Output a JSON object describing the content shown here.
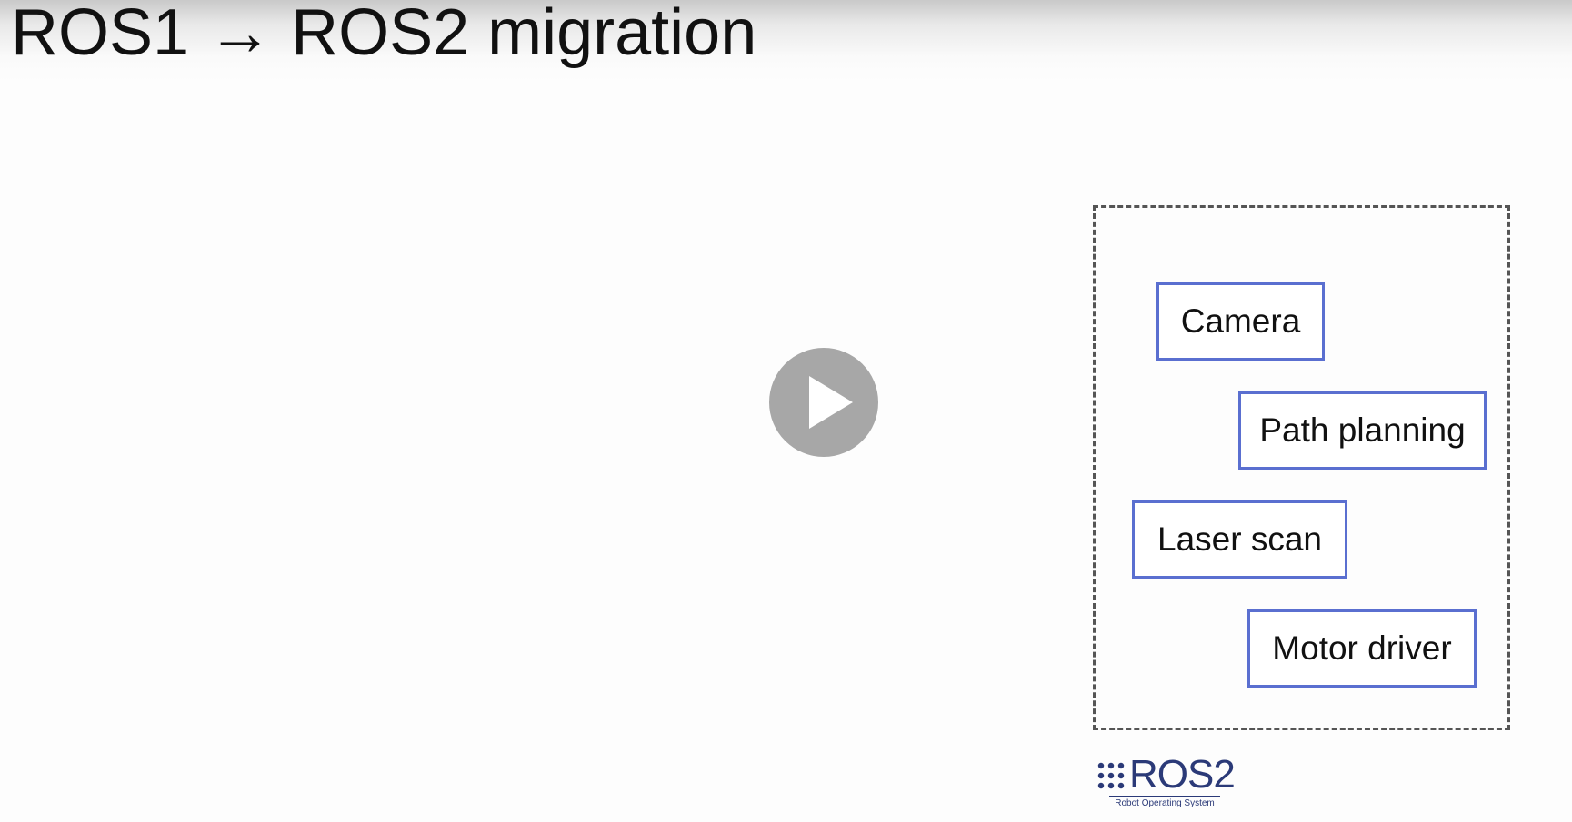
{
  "slide": {
    "title": "ROS1 → ROS2 migration"
  },
  "diagram": {
    "nodes": [
      {
        "label": "Camera"
      },
      {
        "label": "Path planning"
      },
      {
        "label": "Laser scan"
      },
      {
        "label": "Motor driver"
      }
    ]
  },
  "player": {
    "play_icon": "play-icon",
    "play_color": "#a7a7a7"
  },
  "logo": {
    "wordmark": "ROS2",
    "tagline": "Robot Operating System",
    "color": "#2b3a78"
  },
  "colors": {
    "node_border": "#5a6fd0",
    "container_border": "#555555"
  }
}
